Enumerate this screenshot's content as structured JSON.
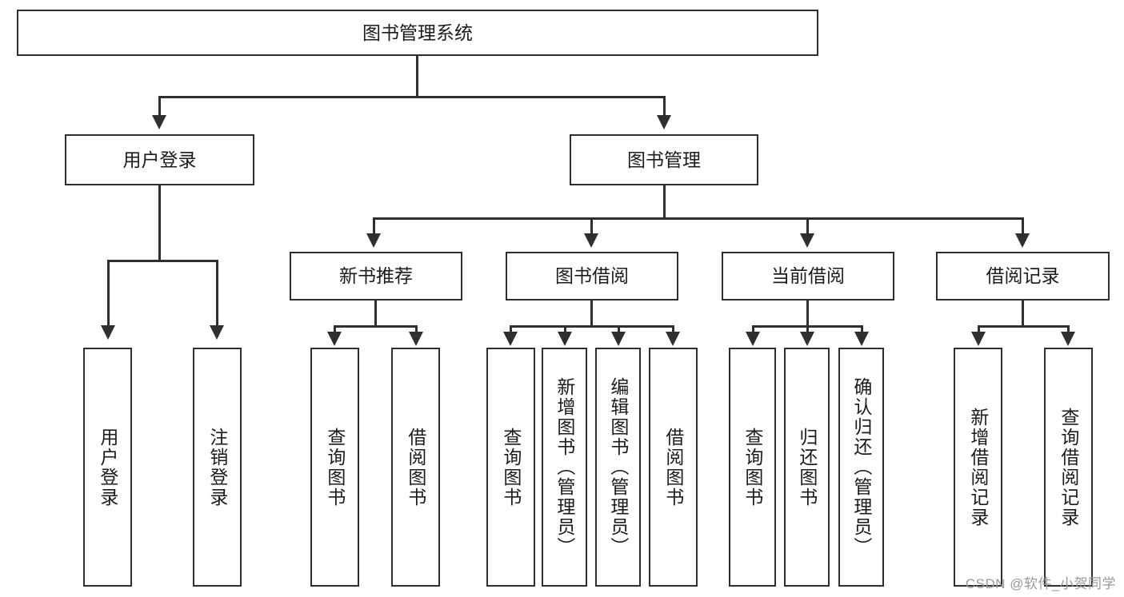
{
  "diagram": {
    "title": "图书管理系统",
    "watermark": "CSDN @软件_小贺同学",
    "root": {
      "label": "图书管理系统"
    },
    "level2": [
      {
        "label": "用户登录"
      },
      {
        "label": "图书管理"
      }
    ],
    "level3": [
      {
        "label": "新书推荐"
      },
      {
        "label": "图书借阅"
      },
      {
        "label": "当前借阅"
      },
      {
        "label": "借阅记录"
      }
    ],
    "leaves": {
      "user_login": [
        {
          "label": "用户登录"
        },
        {
          "label": "注销登录"
        }
      ],
      "new_book_recommend": [
        {
          "label": "查询图书"
        },
        {
          "label": "借阅图书"
        }
      ],
      "book_borrow": [
        {
          "label": "查询图书"
        },
        {
          "label": "新增图书（管理员）"
        },
        {
          "label": "编辑图书（管理员）"
        },
        {
          "label": "借阅图书"
        }
      ],
      "current_borrow": [
        {
          "label": "查询图书"
        },
        {
          "label": "归还图书"
        },
        {
          "label": "确认归还（管理员）"
        }
      ],
      "borrow_record": [
        {
          "label": "新增借阅记录"
        },
        {
          "label": "查询借阅记录"
        }
      ]
    },
    "colors": {
      "stroke": "#2f2f2f",
      "fill": "#ffffff",
      "text": "#1b1b1b",
      "watermark": "#9a9a9a"
    }
  }
}
